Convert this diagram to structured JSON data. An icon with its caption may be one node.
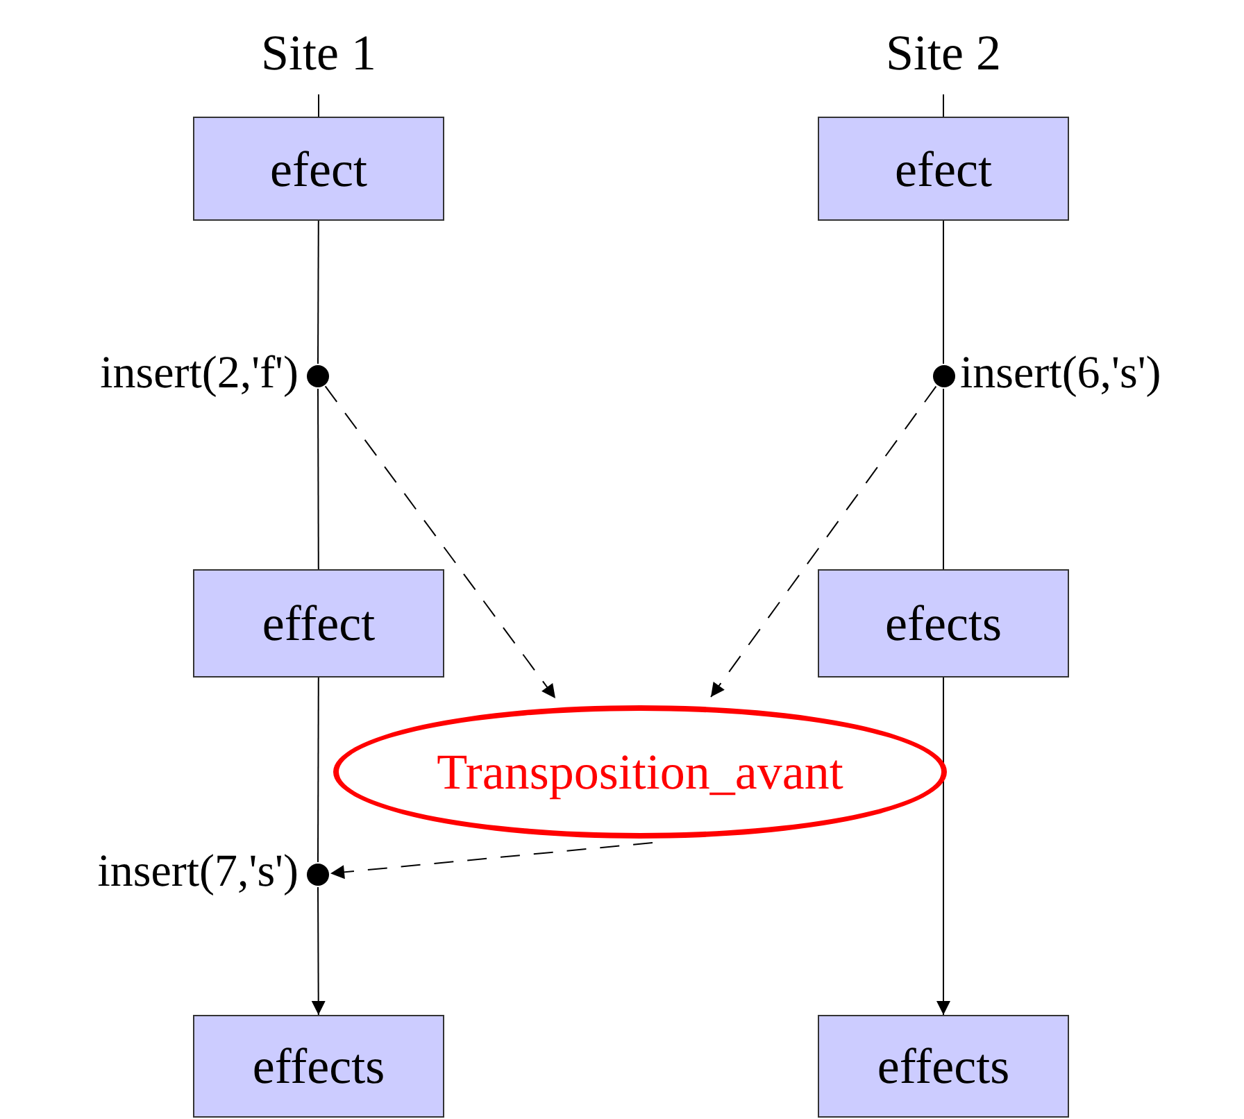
{
  "diagram": {
    "nodes": [
      {
        "text": [
          "Site 1"
        ]
      },
      {
        "text": [
          "Site 2"
        ]
      },
      {
        "text": [
          "efect"
        ]
      },
      {
        "text": [
          "efect"
        ]
      },
      {
        "text": [],
        "shape": "circle",
        "beside": [
          "insert(2,'f')"
        ]
      },
      {
        "text": [],
        "shape": "circle",
        "beside": [
          "insert(6,'s')"
        ]
      },
      {
        "text": [
          "effect"
        ]
      },
      {
        "text": [
          "efects"
        ]
      },
      {
        "text": [
          "Transposition_avant"
        ]
      },
      {
        "text": [],
        "shape": "circle",
        "beside": [
          "insert(7,'s')"
        ]
      },
      {
        "text": [
          "effects"
        ]
      },
      {
        "text": [
          "effects"
        ]
      }
    ],
    "edges": [
      {
        "from": 0,
        "to": 2,
        "arrow": "none"
      },
      {
        "from": 2,
        "to": 4,
        "arrow": "none"
      },
      {
        "from": 4,
        "to": 6,
        "arrow": "none"
      },
      {
        "from": 1,
        "to": 3,
        "arrow": "none"
      },
      {
        "from": 3,
        "to": 5,
        "arrow": "none"
      },
      {
        "from": 5,
        "to": 7,
        "arrow": "none"
      },
      {
        "from": 6,
        "to": 9,
        "arrow": "none"
      },
      {
        "from": 9,
        "to": 10,
        "arrow": "to"
      },
      {
        "from": 7,
        "to": 11,
        "arrow": "to"
      },
      {
        "from": 4,
        "to": 8,
        "arrow": "to",
        "style": "dashed"
      },
      {
        "from": 5,
        "to": 8,
        "arrow": "to",
        "style": "dashed"
      },
      {
        "from": 8,
        "to": 9,
        "arrow": "to",
        "style": "dashed"
      }
    ]
  }
}
